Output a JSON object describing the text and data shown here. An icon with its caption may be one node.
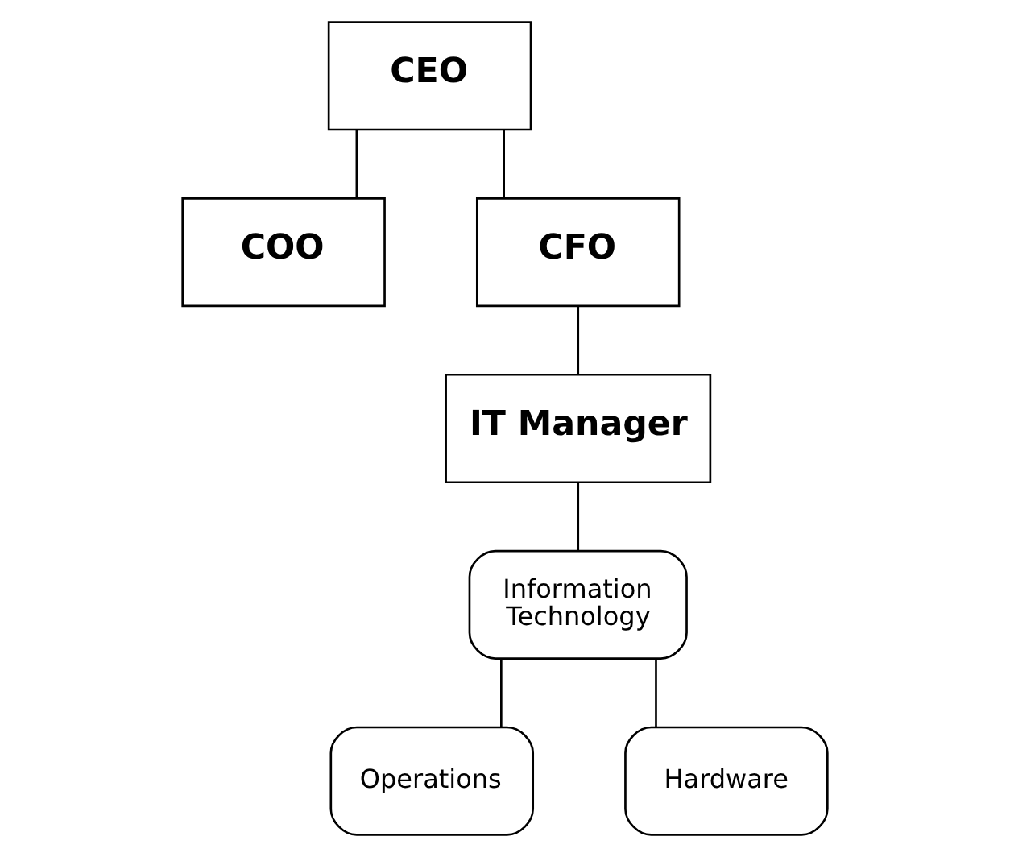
{
  "diagram": {
    "nodes": [
      {
        "text": [
          "CEO"
        ]
      },
      {
        "text": [
          "COO"
        ]
      },
      {
        "text": [
          "CFO"
        ]
      },
      {
        "text": [
          "IT Manager"
        ]
      },
      {
        "text": [
          "Information Technology"
        ]
      },
      {
        "text": [
          "Operations"
        ]
      },
      {
        "text": [
          "Hardware"
        ]
      }
    ],
    "edges": [
      {
        "from": 0,
        "to": 1,
        "arrow": "none"
      },
      {
        "from": 0,
        "to": 2,
        "arrow": "none"
      },
      {
        "from": 2,
        "to": 3,
        "arrow": "none"
      },
      {
        "from": 3,
        "to": 4,
        "arrow": "none"
      },
      {
        "from": 4,
        "to": 5,
        "arrow": "none"
      },
      {
        "from": 4,
        "to": 6,
        "arrow": "none"
      }
    ]
  }
}
